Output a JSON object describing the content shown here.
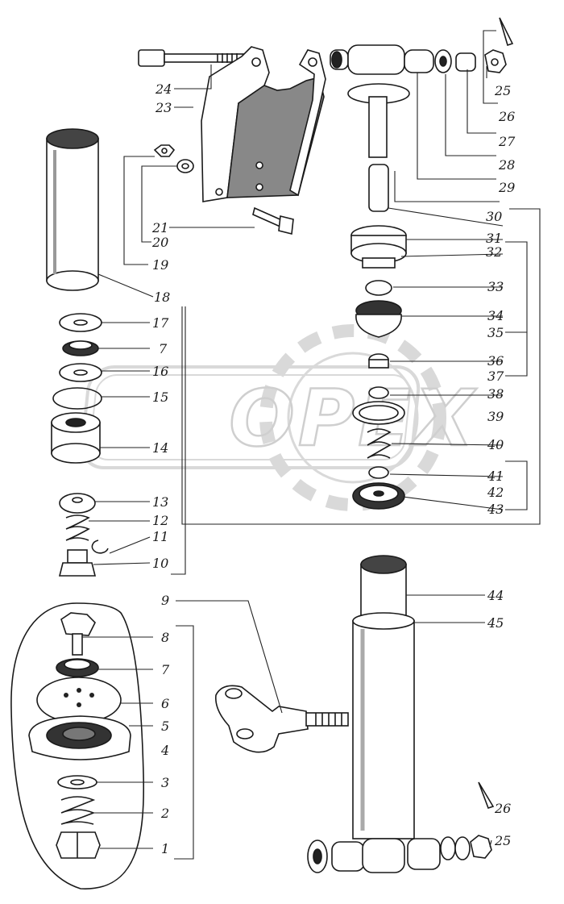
{
  "watermark": {
    "text": "OPEX"
  },
  "callouts": [
    {
      "id": "c24",
      "label": "24"
    },
    {
      "id": "c23",
      "label": "23"
    },
    {
      "id": "c25a",
      "label": "25"
    },
    {
      "id": "c26a",
      "label": "26"
    },
    {
      "id": "c27",
      "label": "27"
    },
    {
      "id": "c28",
      "label": "28"
    },
    {
      "id": "c29",
      "label": "29"
    },
    {
      "id": "c30",
      "label": "30"
    },
    {
      "id": "c31",
      "label": "31"
    },
    {
      "id": "c32",
      "label": "32"
    },
    {
      "id": "c33",
      "label": "33"
    },
    {
      "id": "c34",
      "label": "34"
    },
    {
      "id": "c35",
      "label": "35"
    },
    {
      "id": "c36",
      "label": "36"
    },
    {
      "id": "c37",
      "label": "37"
    },
    {
      "id": "c38",
      "label": "38"
    },
    {
      "id": "c39",
      "label": "39"
    },
    {
      "id": "c40",
      "label": "40"
    },
    {
      "id": "c41",
      "label": "41"
    },
    {
      "id": "c42",
      "label": "42"
    },
    {
      "id": "c43",
      "label": "43"
    },
    {
      "id": "c21",
      "label": "21"
    },
    {
      "id": "c20",
      "label": "20"
    },
    {
      "id": "c19",
      "label": "19"
    },
    {
      "id": "c18",
      "label": "18"
    },
    {
      "id": "c17",
      "label": "17"
    },
    {
      "id": "c7a",
      "label": "7"
    },
    {
      "id": "c16",
      "label": "16"
    },
    {
      "id": "c15",
      "label": "15"
    },
    {
      "id": "c14",
      "label": "14"
    },
    {
      "id": "c13",
      "label": "13"
    },
    {
      "id": "c12",
      "label": "12"
    },
    {
      "id": "c11",
      "label": "11"
    },
    {
      "id": "c10",
      "label": "10"
    },
    {
      "id": "c9",
      "label": "9"
    },
    {
      "id": "c8",
      "label": "8"
    },
    {
      "id": "c7b",
      "label": "7"
    },
    {
      "id": "c6",
      "label": "6"
    },
    {
      "id": "c5",
      "label": "5"
    },
    {
      "id": "c4",
      "label": "4"
    },
    {
      "id": "c3",
      "label": "3"
    },
    {
      "id": "c2",
      "label": "2"
    },
    {
      "id": "c1",
      "label": "1"
    },
    {
      "id": "c44",
      "label": "44"
    },
    {
      "id": "c45",
      "label": "45"
    },
    {
      "id": "c26b",
      "label": "26"
    },
    {
      "id": "c25b",
      "label": "25"
    }
  ]
}
